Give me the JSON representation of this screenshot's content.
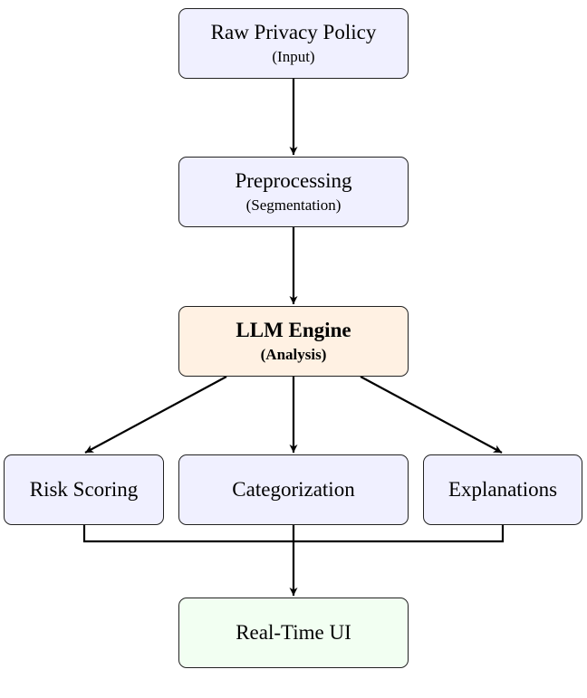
{
  "nodes": {
    "input": {
      "title": "Raw Privacy Policy",
      "sub": "(Input)"
    },
    "preprocessing": {
      "title": "Preprocessing",
      "sub": "(Segmentation)"
    },
    "llm": {
      "title": "LLM Engine",
      "sub": "(Analysis)"
    },
    "risk": {
      "title": "Risk Scoring"
    },
    "categorization": {
      "title": "Categorization"
    },
    "explanations": {
      "title": "Explanations"
    },
    "ui": {
      "title": "Real-Time UI"
    }
  },
  "colors": {
    "process_fill": "#f0f0ff",
    "engine_fill": "#fff1e3",
    "output_fill": "#f2fff2",
    "stroke": "#000000"
  }
}
